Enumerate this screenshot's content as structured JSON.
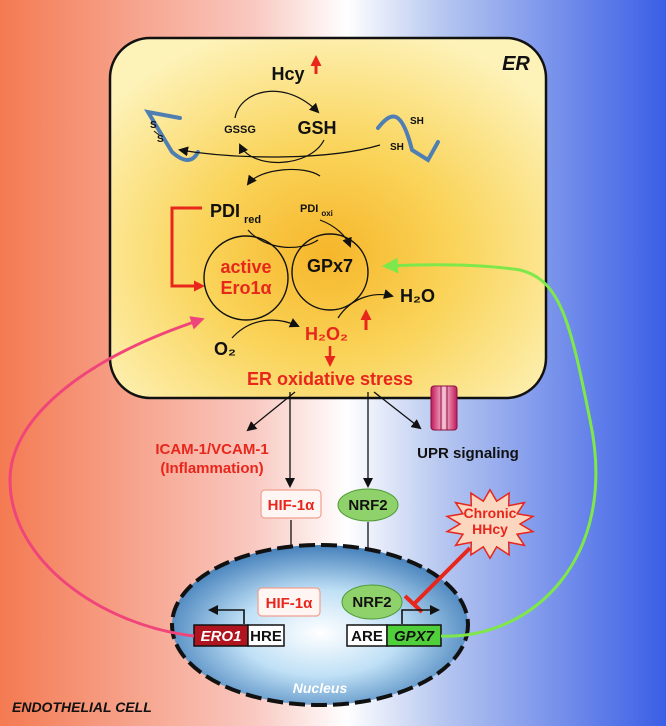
{
  "er": {
    "label": "ER",
    "hcy": "Hcy",
    "gssg": "GSSG",
    "gsh": "GSH",
    "s_left_top": "S",
    "s_left_bottom": "S",
    "sh_top": "SH",
    "sh_bottom": "SH",
    "pdi": "PDI",
    "pdi_red_sub": "red",
    "pdi_oxi_sub": "oxi",
    "ero1_line1": "active",
    "ero1_line2": "Ero1α",
    "gpx7": "GPx7",
    "h2o": "H₂O",
    "o2": "O₂",
    "h2o2": "H₂O₂",
    "er_stress": "ER oxidative stress"
  },
  "cytoplasm": {
    "icam_line1": "ICAM-1/VCAM-1",
    "icam_line2": "(Inflammation)",
    "upr": "UPR signaling",
    "hif_cyto": "HIF-1α",
    "nrf2_cyto": "NRF2",
    "chronic_line1": "Chronic",
    "chronic_line2": "HHcy"
  },
  "nucleus": {
    "label": "Nucleus",
    "hif_nuc": "HIF-1α",
    "nrf2_nuc": "NRF2",
    "ero1_gene": "ERO1",
    "hre": "HRE",
    "are": "ARE",
    "gpx7_gene": "GPX7"
  },
  "cell_label": "ENDOTHELIAL CELL",
  "colors": {
    "red_text": "#e8261c",
    "arrow_red": "#e8261c",
    "green_arrow": "#7ee84a",
    "pink_arrow": "#f0457a",
    "nrf2_green": "#8fd16a",
    "ero1_box": "#b0141e",
    "gpx7_box": "#4fcf3a",
    "nucleus_blue": "#2f6fb0"
  }
}
